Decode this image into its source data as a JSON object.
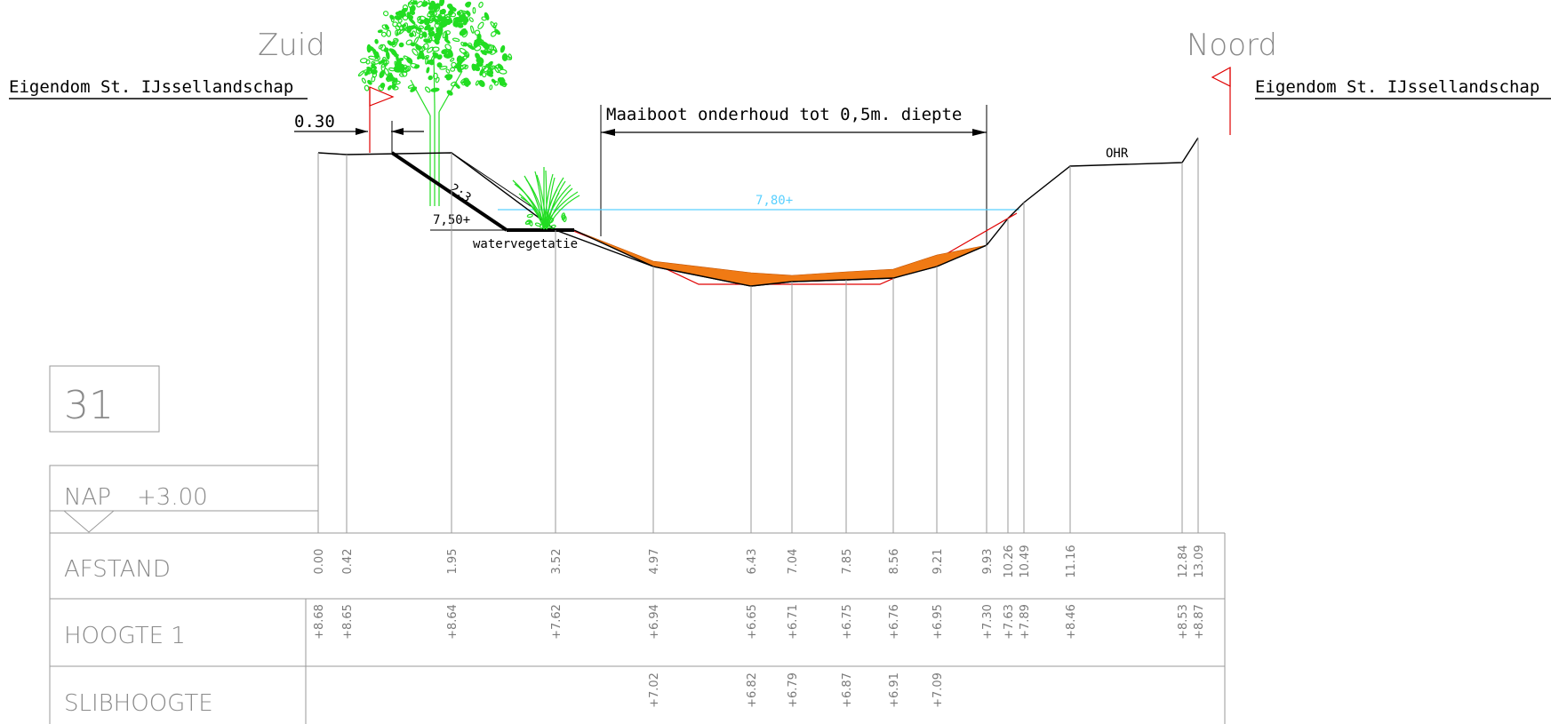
{
  "labels": {
    "south": "Zuid",
    "north": "Noord",
    "owner_left": "Eigendom St. IJssellandschap",
    "owner_right": "Eigendom St. IJssellandschap",
    "offset": "0.30",
    "mowing_note": "Maaiboot onderhoud tot 0,5m. diepte",
    "water_level": "7,80+",
    "slope": "2:3",
    "bank_level": "7,50+",
    "vegetation": "watervegetatie",
    "ohr": "OHR",
    "profile_number": "31",
    "datum_name": "NAP",
    "datum_value": "+3.00"
  },
  "rows": {
    "afstand": "AFSTAND",
    "hoogte": "HOOGTE 1",
    "slib": "SLIBHOOGTE"
  },
  "afstand": [
    "0.00",
    "0.42",
    "1.95",
    "3.52",
    "4.97",
    "6.43",
    "7.04",
    "7.85",
    "8.56",
    "9.21",
    "9.93",
    "10.26",
    "10.49",
    "11.16",
    "12.84",
    "13.09"
  ],
  "hoogte": [
    "+8.68",
    "+8.65",
    "+8.64",
    "+7.62",
    "+6.94",
    "+6.65",
    "+6.71",
    "+6.75",
    "+6.76",
    "+6.95",
    "+7.30",
    "+7.63",
    "+7.89",
    "+8.46",
    "+8.53",
    "+8.87"
  ],
  "slib": [
    null,
    null,
    null,
    null,
    "+7.02",
    "+6.82",
    "+6.79",
    "+6.87",
    "+6.91",
    "+7.09",
    null,
    null,
    null,
    null,
    null,
    null
  ],
  "colors": {
    "water": "#5ad0ff",
    "design_profile": "#e00000",
    "sludge": "#f07a14",
    "vegetation": "#22dd22",
    "flag": "#e00000"
  }
}
